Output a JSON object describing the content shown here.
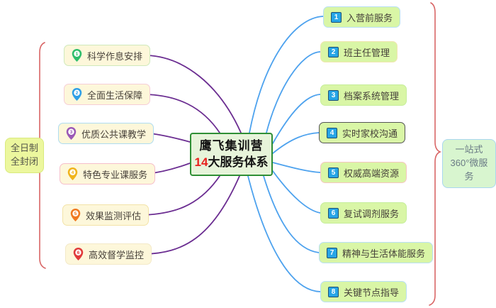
{
  "center": {
    "title": "鹰飞集训营",
    "subtitle_number": "14",
    "subtitle_text": "大服务体系"
  },
  "left_group": {
    "label_line1": "全日制",
    "label_line2": "全封闭",
    "items": [
      {
        "num": "1",
        "label": "科学作息安排",
        "icon": "pin-icon",
        "icon_color": "#2ebd6b",
        "border_color": "#cfe9bb"
      },
      {
        "num": "2",
        "label": "全面生活保障",
        "icon": "pin-icon",
        "icon_color": "#2e9fe6",
        "border_color": "#f6cdd6"
      },
      {
        "num": "3",
        "label": "优质公共课教学",
        "icon": "pin-icon",
        "icon_color": "#9b59b6",
        "border_color": "#aedcf0"
      },
      {
        "num": "4",
        "label": "特色专业课服务",
        "icon": "pin-icon",
        "icon_color": "#f0b41c",
        "border_color": "#f6bfca"
      },
      {
        "num": "5",
        "label": "效果监测评估",
        "icon": "pin-icon",
        "icon_color": "#f07820",
        "border_color": "#f3e3a8"
      },
      {
        "num": "6",
        "label": "高效督学监控",
        "icon": "pin-icon",
        "icon_color": "#e03a3a",
        "border_color": "#f3e9c8"
      }
    ]
  },
  "right_group": {
    "label_line1": "一站式",
    "label_line2": "360°微服务",
    "items": [
      {
        "num": "1",
        "label": "入营前服务",
        "icon": "number-badge-icon",
        "border_color": "#b8e0f5",
        "highlighted": false
      },
      {
        "num": "2",
        "label": "班主任管理",
        "icon": "number-badge-icon",
        "border_color": "#f0e6b0",
        "highlighted": false
      },
      {
        "num": "3",
        "label": "档案系统管理",
        "icon": "number-badge-icon",
        "border_color": "#c6ee9b",
        "highlighted": false
      },
      {
        "num": "4",
        "label": "实时家校沟通",
        "icon": "number-badge-icon",
        "border_color": "#555555",
        "highlighted": true
      },
      {
        "num": "5",
        "label": "权威高端资源",
        "icon": "number-badge-icon",
        "border_color": "#f5c6c0",
        "highlighted": false
      },
      {
        "num": "6",
        "label": "复试调剂服务",
        "icon": "number-badge-icon",
        "border_color": "#c6ee9b",
        "highlighted": false
      },
      {
        "num": "7",
        "label": "精神与生活体能服务",
        "icon": "number-badge-icon",
        "border_color": "#b8e0f5",
        "highlighted": false
      },
      {
        "num": "8",
        "label": "关键节点指导",
        "icon": "number-badge-icon",
        "border_color": "#b8e0f5",
        "highlighted": false
      }
    ]
  },
  "colors": {
    "left_branch": "#6b2d91",
    "right_branch": "#4da2ee",
    "brace": "#d96666",
    "center_border": "#2f8f35",
    "center_bg": "#e7f4da",
    "left_item_bg": "#fdf7da",
    "right_item_bg": "#d9f6a6",
    "badge_bg": "#27a5e6",
    "subtitle_number_color": "#e8211d"
  }
}
